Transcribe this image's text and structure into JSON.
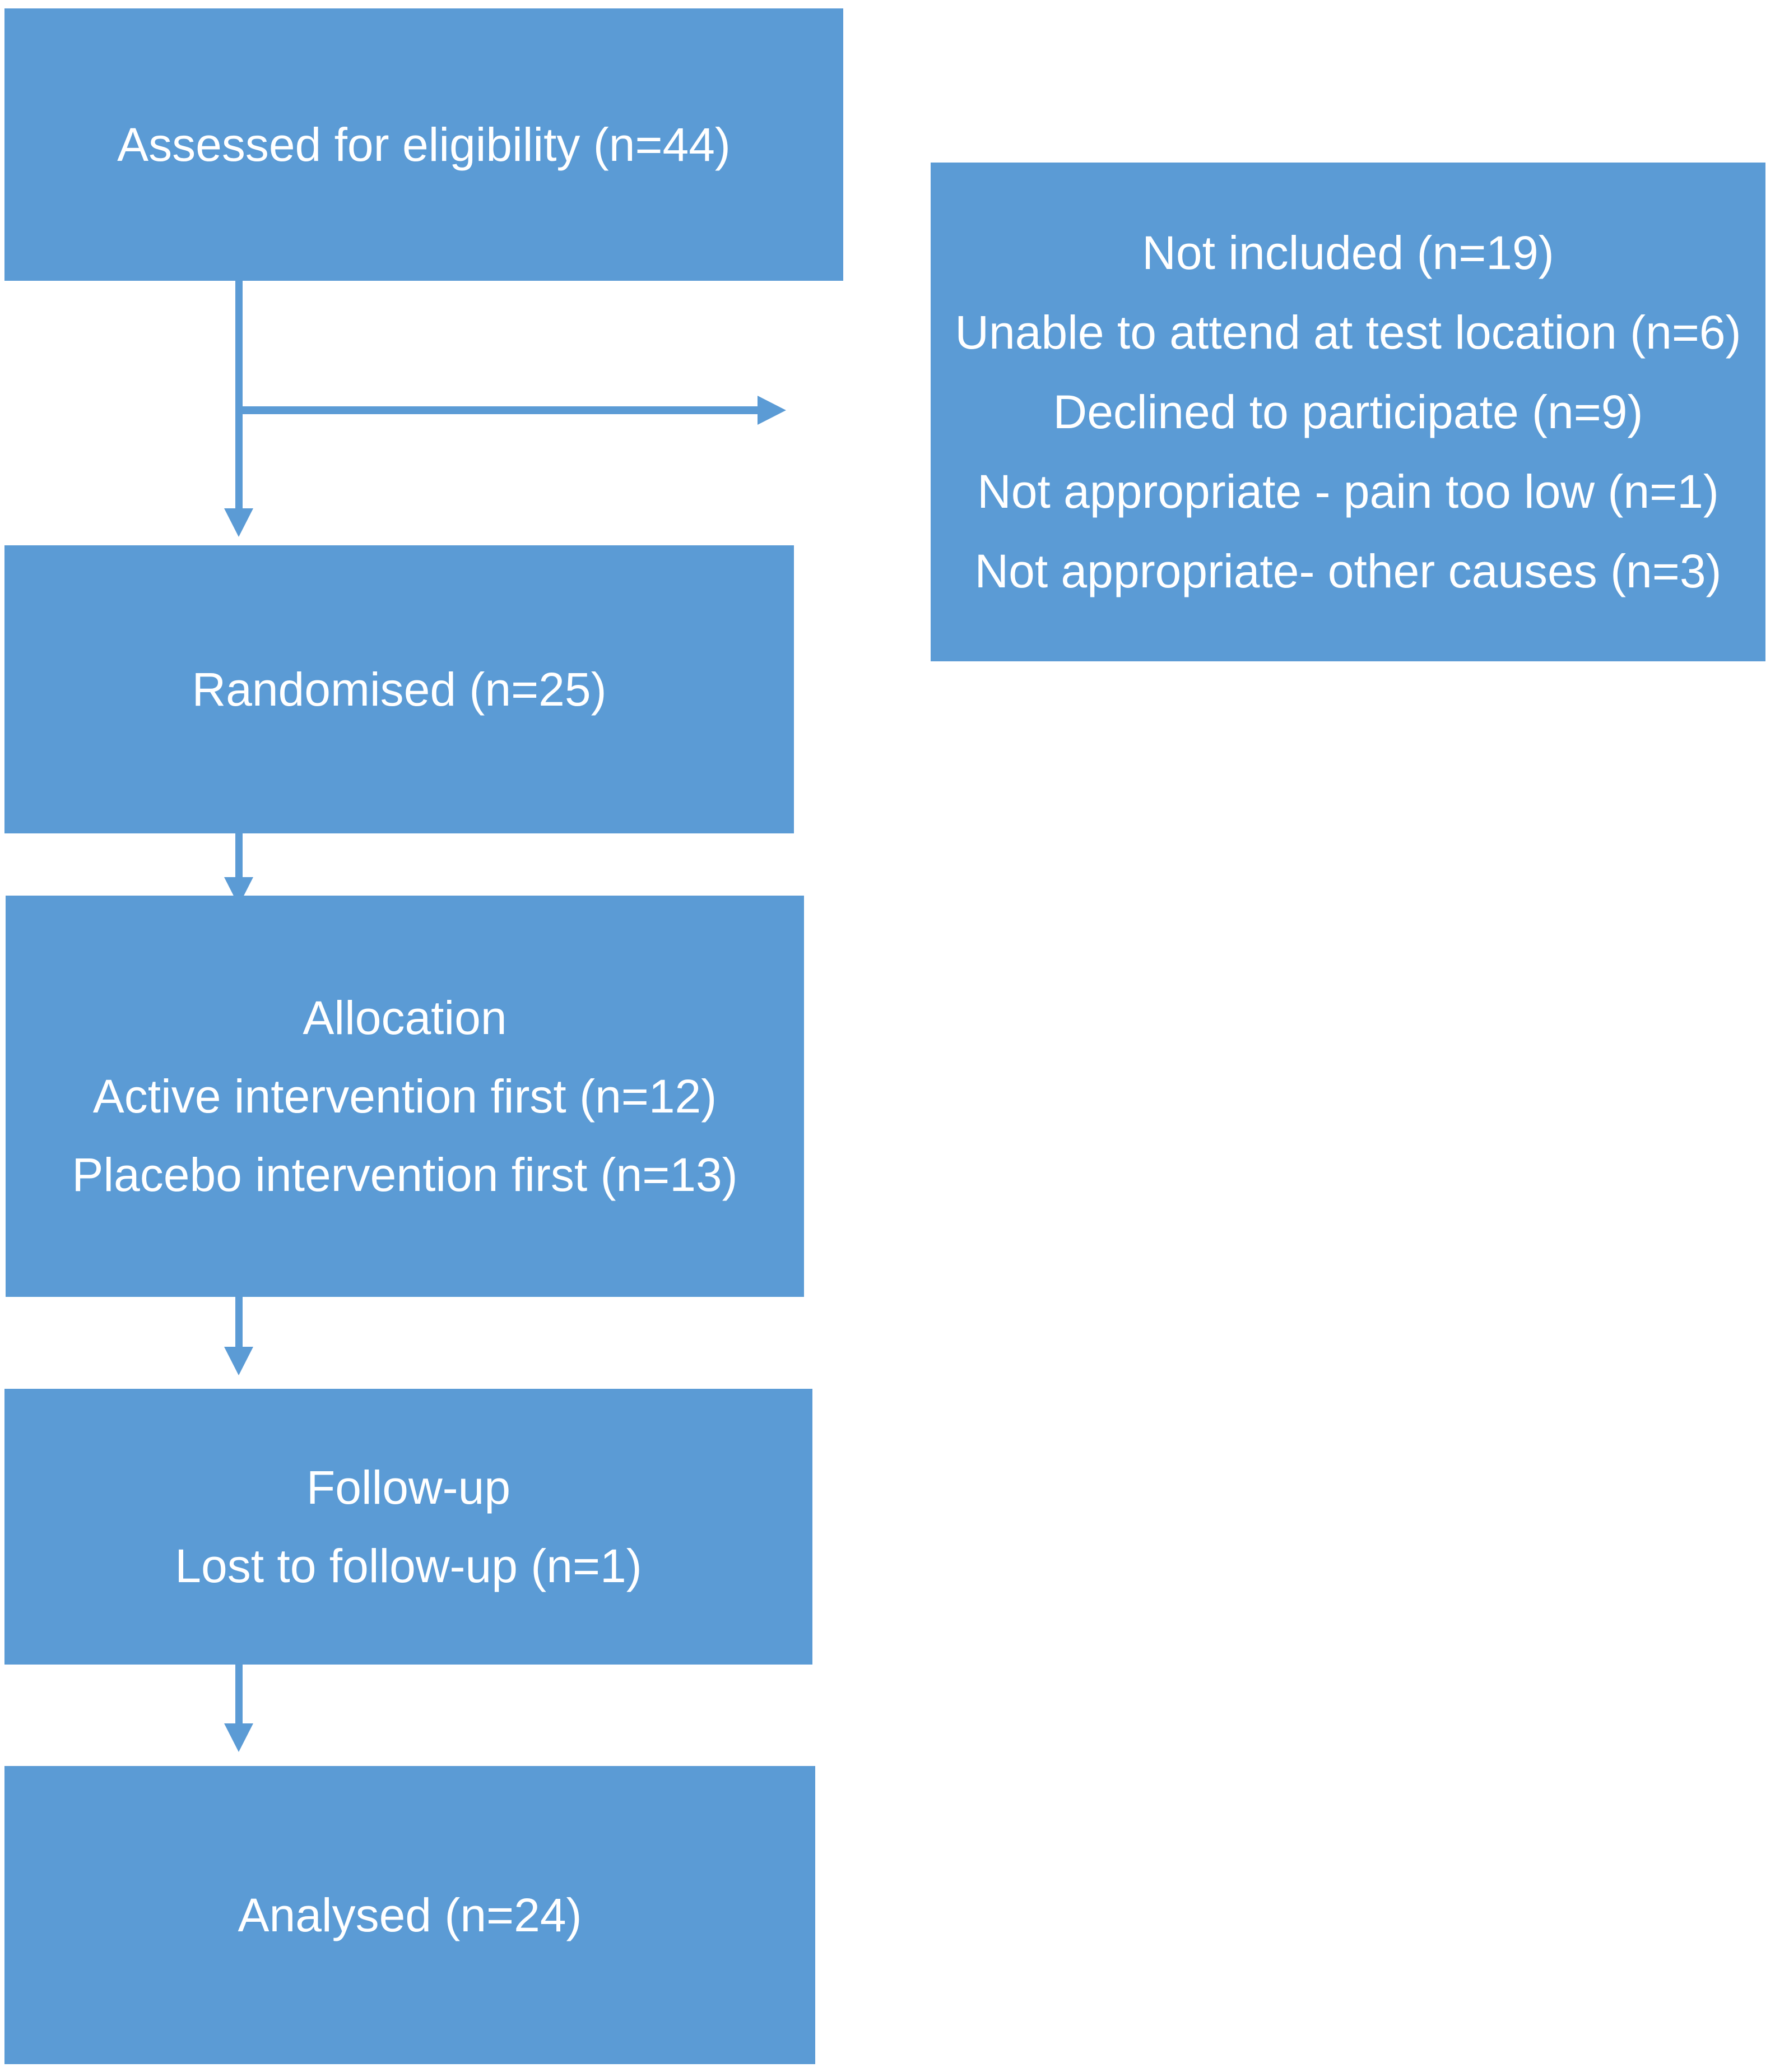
{
  "colors": {
    "accent": "#5b9bd5",
    "box_text": "#ffffff",
    "page_background": "#ffffff"
  },
  "flowchart": {
    "boxes": {
      "assessed": {
        "lines": [
          "Assessed for eligibility (n=44)"
        ]
      },
      "not_included": {
        "lines": [
          "Not included (n=19)",
          "Unable to attend at test location (n=6)",
          "Declined to participate (n=9)",
          "Not appropriate - pain too low (n=1)",
          "Not appropriate- other causes (n=3)"
        ]
      },
      "randomised": {
        "lines": [
          "Randomised (n=25)"
        ]
      },
      "allocation": {
        "lines": [
          "Allocation",
          "Active intervention first (n=12)",
          "Placebo intervention first (n=13)"
        ]
      },
      "follow_up": {
        "lines": [
          "Follow-up",
          "Lost to follow-up (n=1)"
        ]
      },
      "analysed": {
        "lines": [
          "Analysed (n=24)"
        ]
      }
    }
  }
}
